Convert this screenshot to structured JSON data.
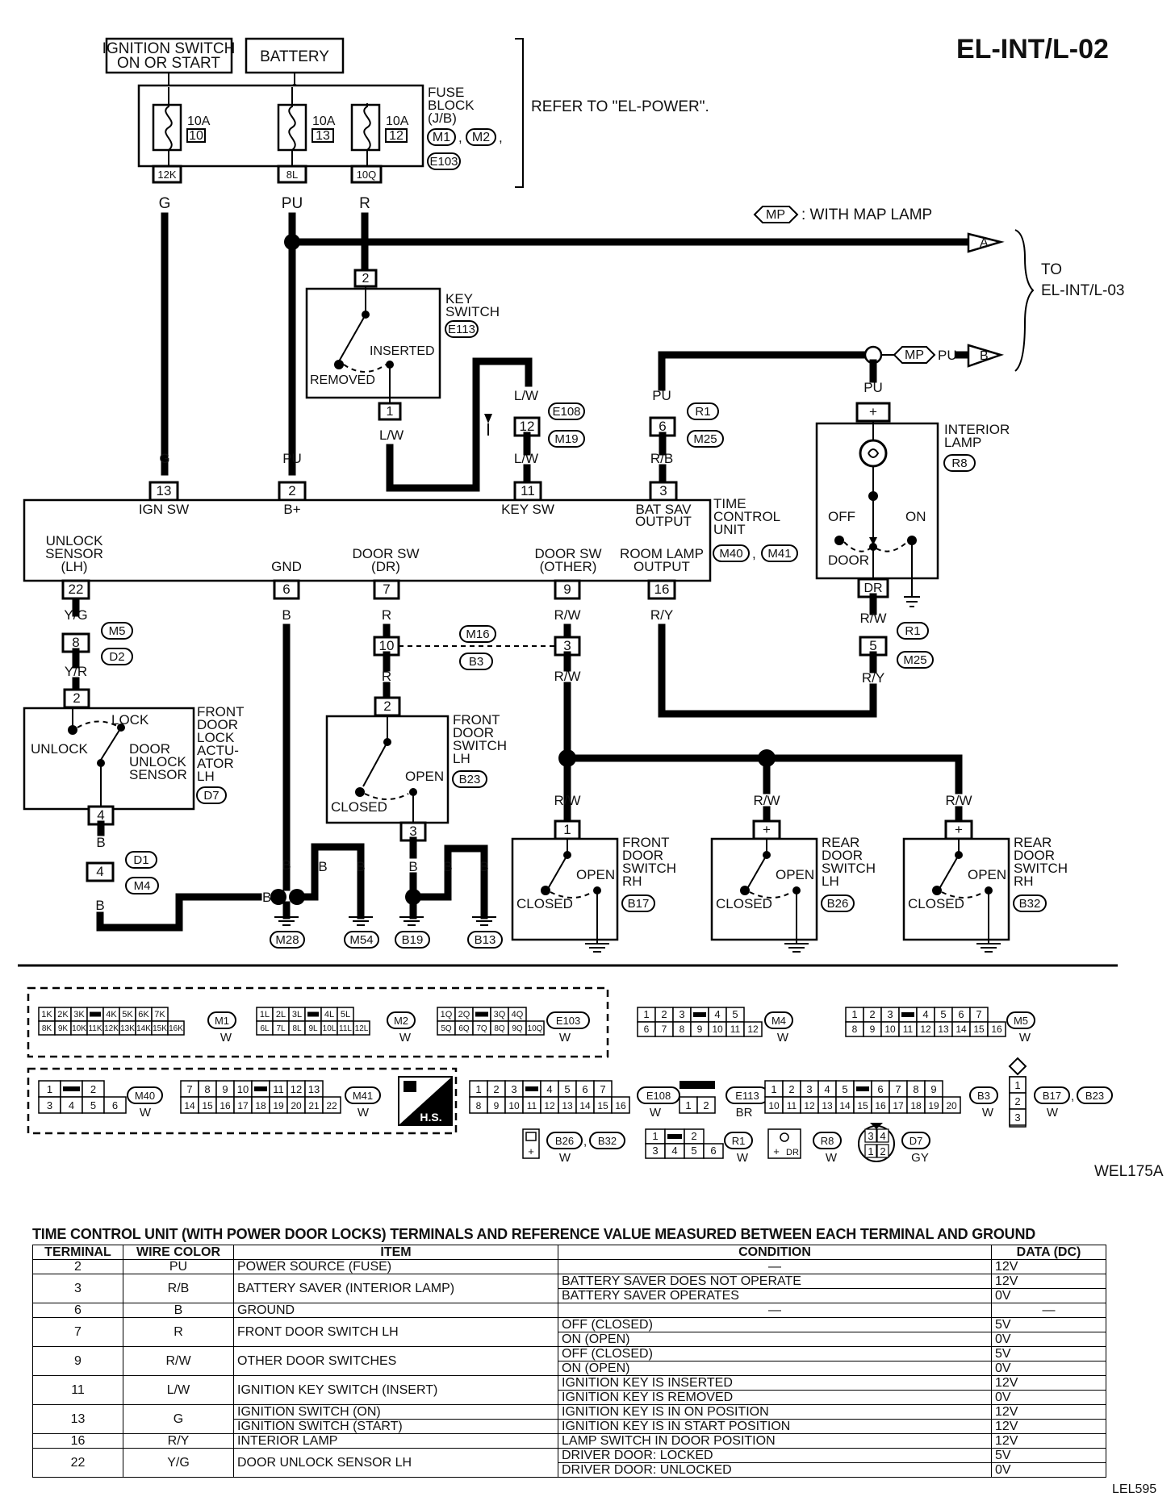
{
  "page_code": "EL-INT/L-02",
  "figure_code": "WEL175A",
  "table_code": "LEL595",
  "top": {
    "ignition_switch": [
      "IGNITION SWITCH",
      "ON OR START"
    ],
    "battery": "BATTERY",
    "fuse_block": [
      "FUSE",
      "BLOCK",
      "(J/B)"
    ],
    "fuse_block_refs": [
      "M1",
      "M2",
      "E103"
    ],
    "refer_to": "REFER TO \"EL-POWER\".",
    "fuses": [
      {
        "amp": "10A",
        "num": "10",
        "term": "12K",
        "wire": "G"
      },
      {
        "amp": "10A",
        "num": "13",
        "term": "8L",
        "wire": "PU"
      },
      {
        "amp": "10A",
        "num": "12",
        "term": "10Q",
        "wire": "R"
      }
    ],
    "map_lamp_tag": "MP",
    "map_lamp_note": ": WITH MAP LAMP",
    "to_page": [
      "TO",
      "EL-INT/L-03"
    ],
    "arrow_a": "A",
    "arrow_b": "B"
  },
  "key_switch": {
    "label": [
      "KEY",
      "SWITCH"
    ],
    "ref": "E113",
    "pins": [
      "2",
      "1"
    ],
    "inserted": "INSERTED",
    "removed": "REMOVED",
    "wire": "L/W"
  },
  "mid_connectors": {
    "lw": {
      "upper": "L/W",
      "pin": "12",
      "lower": "L/W",
      "refs": [
        "E108",
        "M19"
      ]
    },
    "pu": {
      "upper": "PU",
      "pin": "6",
      "lower": "R/B",
      "refs": [
        "R1",
        "M25"
      ]
    }
  },
  "interior_lamp": {
    "label": [
      "INTERIOR",
      "LAMP"
    ],
    "ref": "R8",
    "wire_in": "PU",
    "mp_wire": "PU",
    "pin_top": "+",
    "pin_bottom": "DR",
    "off": "OFF",
    "on": "ON",
    "door": "DOOR"
  },
  "tcu": {
    "label": [
      "TIME",
      "CONTROL",
      "UNIT"
    ],
    "refs": [
      "M40",
      "M41"
    ],
    "top_pins": [
      {
        "pin": "13",
        "name": "IGN SW",
        "wire": "G"
      },
      {
        "pin": "2",
        "name": "B+",
        "wire": "PU"
      },
      {
        "pin": "11",
        "name": "KEY SW",
        "wire": "L/W"
      },
      {
        "pin": "3",
        "name": [
          "BAT SAV",
          "OUTPUT"
        ],
        "wire": "R/B"
      }
    ],
    "bottom_pins": [
      {
        "pin": "22",
        "name": [
          "UNLOCK",
          "SENSOR",
          "(LH)"
        ],
        "wire": "Y/G"
      },
      {
        "pin": "6",
        "name": [
          "GND"
        ],
        "wire": "B"
      },
      {
        "pin": "7",
        "name": [
          "DOOR SW",
          "(DR)"
        ],
        "wire": "R"
      },
      {
        "pin": "9",
        "name": [
          "DOOR SW",
          "(OTHER)"
        ],
        "wire": "R/W"
      },
      {
        "pin": "16",
        "name": [
          "ROOM LAMP",
          "OUTPUT"
        ],
        "wire": "R/Y"
      }
    ]
  },
  "lower_left": {
    "c8": {
      "pin": "8",
      "refs": [
        "M5",
        "D2"
      ],
      "wire_below": "Y/R"
    },
    "actuator": {
      "label": [
        "FRONT",
        "DOOR",
        "LOCK",
        "ACTU-",
        "ATOR",
        "LH"
      ],
      "ref": "D7",
      "lock": "LOCK",
      "unlock": "UNLOCK",
      "sensor": [
        "DOOR",
        "UNLOCK",
        "SENSOR"
      ],
      "pin_top": "2",
      "pin_bottom": "4"
    },
    "c4": {
      "pin": "4",
      "refs": [
        "D1",
        "M4"
      ],
      "wire_above": "B",
      "wire_below": "B"
    }
  },
  "front_door_lh": {
    "label": [
      "FRONT",
      "DOOR",
      "SWITCH",
      "LH"
    ],
    "ref": "B23",
    "pin_top": "2",
    "pin_bottom": "3",
    "open": "OPEN",
    "closed": "CLOSED",
    "c10": {
      "pin": "10",
      "wire": "R"
    },
    "c3": {
      "pin": "3",
      "wire": "R/W"
    },
    "mid_refs": [
      "M16",
      "B3"
    ]
  },
  "door_switches": [
    {
      "label": [
        "FRONT",
        "DOOR",
        "SWITCH",
        "RH"
      ],
      "ref": "B17",
      "pin": "1",
      "wire": "R/W"
    },
    {
      "label": [
        "REAR",
        "DOOR",
        "SWITCH",
        "LH"
      ],
      "ref": "B26",
      "pin": "+",
      "wire": "R/W"
    },
    {
      "label": [
        "REAR",
        "DOOR",
        "SWITCH",
        "RH"
      ],
      "ref": "B32",
      "pin": "+",
      "wire": "R/W"
    }
  ],
  "switch_states": {
    "open": "OPEN",
    "closed": "CLOSED"
  },
  "lamp_connector": {
    "pin": "5",
    "upper": "R/W",
    "lower": "R/Y",
    "refs": [
      "R1",
      "M25"
    ]
  },
  "grounds": {
    "wire": "B",
    "refs": [
      "M28",
      "M54",
      "B19",
      "B13"
    ]
  },
  "connector_views": {
    "m1_top": [
      "1K",
      "2K",
      "3K",
      "",
      "4K",
      "5K",
      "6K",
      "7K"
    ],
    "m1_bot": [
      "8K",
      "9K",
      "10K",
      "11K",
      "12K",
      "13K",
      "14K",
      "15K",
      "16K"
    ],
    "m2_top": [
      "1L",
      "2L",
      "3L",
      "",
      "4L",
      "5L"
    ],
    "m2_bot": [
      "6L",
      "7L",
      "8L",
      "9L",
      "10L",
      "11L",
      "12L"
    ],
    "e103_top": [
      "1Q",
      "2Q",
      "",
      "3Q",
      "4Q"
    ],
    "e103_bot": [
      "5Q",
      "6Q",
      "7Q",
      "8Q",
      "9Q",
      "10Q"
    ],
    "m4_top": [
      "1",
      "2",
      "3",
      "",
      "4",
      "5"
    ],
    "m4_bot": [
      "6",
      "7",
      "8",
      "9",
      "10",
      "11",
      "12"
    ],
    "m5_top": [
      "1",
      "2",
      "3",
      "",
      "4",
      "5",
      "6",
      "7"
    ],
    "m5_bot": [
      "8",
      "9",
      "10",
      "11",
      "12",
      "13",
      "14",
      "15",
      "16"
    ],
    "m40_top": [
      "1",
      "",
      "2"
    ],
    "m40_bot": [
      "3",
      "4",
      "5",
      "6"
    ],
    "m41_top": [
      "7",
      "8",
      "9",
      "10",
      "",
      "11",
      "12",
      "13"
    ],
    "m41_bot": [
      "14",
      "15",
      "16",
      "17",
      "18",
      "19",
      "20",
      "21",
      "22"
    ],
    "e108_top": [
      "1",
      "2",
      "3",
      "",
      "4",
      "5",
      "6",
      "7"
    ],
    "e108_bot": [
      "8",
      "9",
      "10",
      "11",
      "12",
      "13",
      "14",
      "15",
      "16"
    ],
    "e113": [
      "1",
      "2"
    ],
    "b3_top": [
      "1",
      "2",
      "3",
      "4",
      "5",
      "",
      "6",
      "7",
      "8",
      "9"
    ],
    "b3_bot": [
      "10",
      "11",
      "12",
      "13",
      "14",
      "15",
      "16",
      "17",
      "18",
      "19",
      "20"
    ],
    "b17": [
      "1",
      "2",
      "3"
    ],
    "b26": "+",
    "r1_top": [
      "1",
      "",
      "2"
    ],
    "r1_bot": [
      "3",
      "4",
      "5",
      "6"
    ],
    "r8": [
      "+",
      "DR"
    ],
    "d7": [
      "3",
      "4",
      "1",
      "2"
    ],
    "hs": "H.S.",
    "labels": [
      {
        "refs": [
          "M1"
        ],
        "color": "W"
      },
      {
        "refs": [
          "M2"
        ],
        "color": "W"
      },
      {
        "refs": [
          "E103"
        ],
        "color": "W"
      },
      {
        "refs": [
          "M4"
        ],
        "color": "W"
      },
      {
        "refs": [
          "M5"
        ],
        "color": "W"
      },
      {
        "refs": [
          "M40"
        ],
        "color": "W"
      },
      {
        "refs": [
          "M41"
        ],
        "color": "W"
      },
      {
        "refs": [
          "E108"
        ],
        "color": "W"
      },
      {
        "refs": [
          "E113"
        ],
        "color": "BR"
      },
      {
        "refs": [
          "B3"
        ],
        "color": "W"
      },
      {
        "refs": [
          "B17",
          "B23"
        ],
        "color": "W"
      },
      {
        "refs": [
          "B26",
          "B32"
        ],
        "color": "W"
      },
      {
        "refs": [
          "R1"
        ],
        "color": "W"
      },
      {
        "refs": [
          "R8"
        ],
        "color": "W"
      },
      {
        "refs": [
          "D7"
        ],
        "color": "GY"
      }
    ]
  },
  "table": {
    "caption": "TIME CONTROL UNIT (WITH POWER DOOR LOCKS) TERMINALS AND REFERENCE VALUE MEASURED BETWEEN EACH TERMINAL AND GROUND",
    "headers": [
      "TERMINAL",
      "WIRE COLOR",
      "ITEM",
      "CONDITION",
      "DATA (DC)"
    ],
    "rows": [
      {
        "terminal": "2",
        "wire": "PU",
        "item": [
          "POWER SOURCE (FUSE)"
        ],
        "condition": [
          "—"
        ],
        "data": [
          "12V"
        ]
      },
      {
        "terminal": "3",
        "wire": "R/B",
        "item": [
          "BATTERY SAVER (INTERIOR LAMP)"
        ],
        "condition": [
          "BATTERY SAVER DOES NOT OPERATE",
          "BATTERY SAVER OPERATES"
        ],
        "data": [
          "12V",
          "0V"
        ]
      },
      {
        "terminal": "6",
        "wire": "B",
        "item": [
          "GROUND"
        ],
        "condition": [
          "—"
        ],
        "data": [
          "—"
        ]
      },
      {
        "terminal": "7",
        "wire": "R",
        "item": [
          "FRONT DOOR SWITCH LH"
        ],
        "condition": [
          "OFF (CLOSED)",
          "ON (OPEN)"
        ],
        "data": [
          "5V",
          "0V"
        ]
      },
      {
        "terminal": "9",
        "wire": "R/W",
        "item": [
          "OTHER DOOR SWITCHES"
        ],
        "condition": [
          "OFF (CLOSED)",
          "ON (OPEN)"
        ],
        "data": [
          "5V",
          "0V"
        ]
      },
      {
        "terminal": "11",
        "wire": "L/W",
        "item": [
          "IGNITION KEY SWITCH (INSERT)"
        ],
        "condition": [
          "IGNITION KEY IS INSERTED",
          "IGNITION KEY IS REMOVED"
        ],
        "data": [
          "12V",
          "0V"
        ]
      },
      {
        "terminal": "13",
        "wire": "G",
        "item": [
          "IGNITION SWITCH (ON)",
          "IGNITION SWITCH (START)"
        ],
        "condition": [
          "IGNITION KEY IS IN ON POSITION",
          "IGNITION KEY IS IN START POSITION"
        ],
        "data": [
          "12V",
          "12V"
        ]
      },
      {
        "terminal": "16",
        "wire": "R/Y",
        "item": [
          "INTERIOR LAMP"
        ],
        "condition": [
          "LAMP SWITCH IN DOOR POSITION"
        ],
        "data": [
          "12V"
        ]
      },
      {
        "terminal": "22",
        "wire": "Y/G",
        "item": [
          "DOOR UNLOCK SENSOR LH"
        ],
        "condition": [
          "DRIVER DOOR: LOCKED",
          "DRIVER DOOR: UNLOCKED"
        ],
        "data": [
          "5V",
          "0V"
        ]
      }
    ]
  }
}
